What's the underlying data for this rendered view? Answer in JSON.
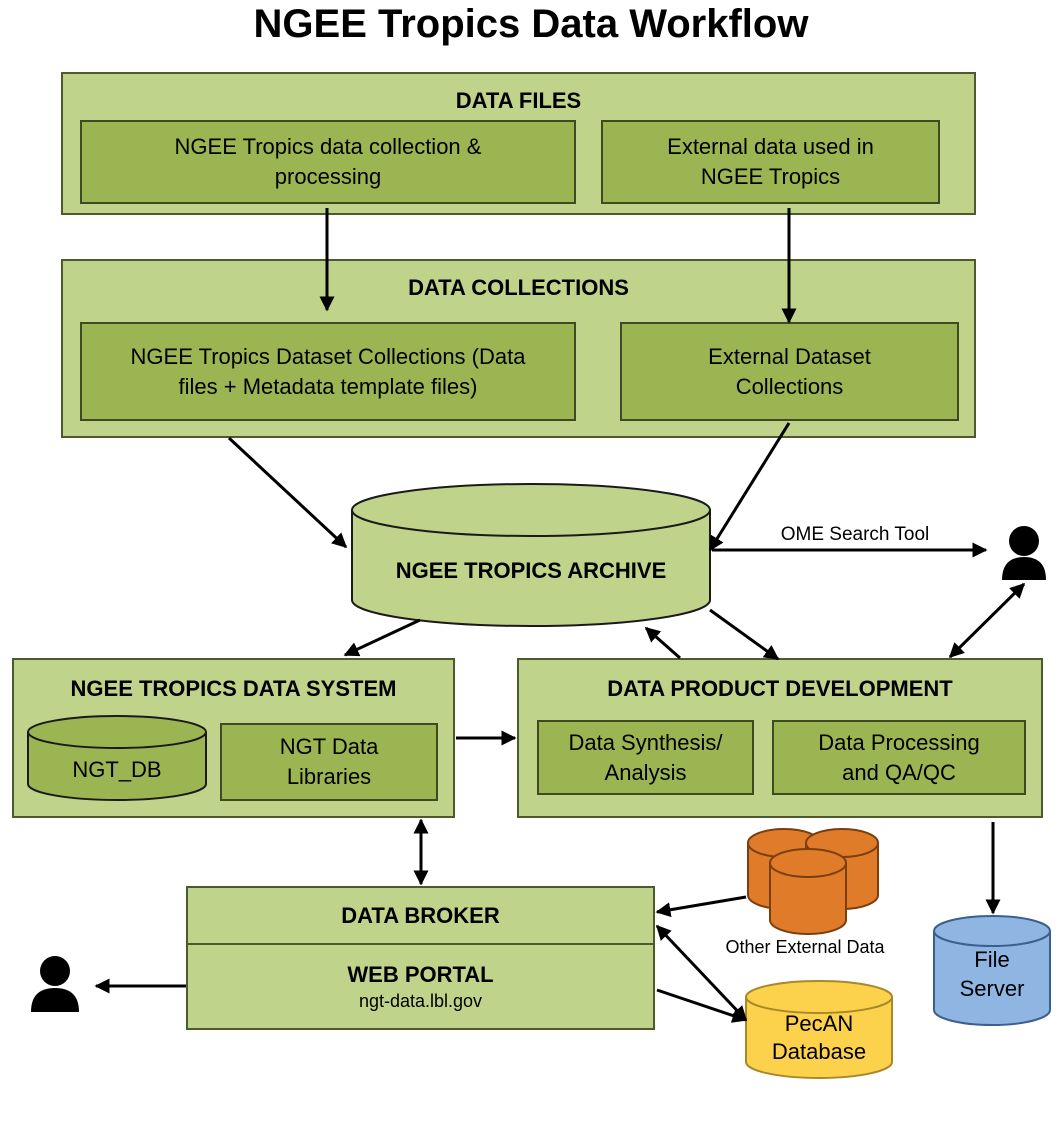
{
  "title": "NGEE Tropics Data Workflow",
  "data_files": {
    "header": "DATA FILES",
    "collection_processing": "NGEE Tropics data collection & processing",
    "external_data": "External data used in NGEE Tropics"
  },
  "data_collections": {
    "header": "DATA COLLECTIONS",
    "dataset_collections": "NGEE Tropics Dataset Collections (Data files + Metadata template files)",
    "external_collections": "External Dataset Collections"
  },
  "archive": {
    "label": "NGEE TROPICS ARCHIVE"
  },
  "ome_search_tool": "OME Search Tool",
  "data_system": {
    "header": "NGEE TROPICS DATA SYSTEM",
    "db": "NGT_DB",
    "libraries": "NGT Data Libraries"
  },
  "product_development": {
    "header": "DATA PRODUCT DEVELOPMENT",
    "synthesis": "Data Synthesis/ Analysis",
    "processing": "Data Processing and QA/QC"
  },
  "broker": {
    "header": "DATA BROKER",
    "portal_header": "WEB PORTAL",
    "portal_url": "ngt-data.lbl.gov"
  },
  "other_external": "Other External Data",
  "pecan": "PecAN Database",
  "file_server": "File Server",
  "colors": {
    "panel": "#bfd48a",
    "box": "#9bb552",
    "external_db": "#e07b2a",
    "pecan_db": "#fcd24c",
    "file_server": "#8fb5e3"
  },
  "icons": [
    "user-icon",
    "user-icon"
  ]
}
